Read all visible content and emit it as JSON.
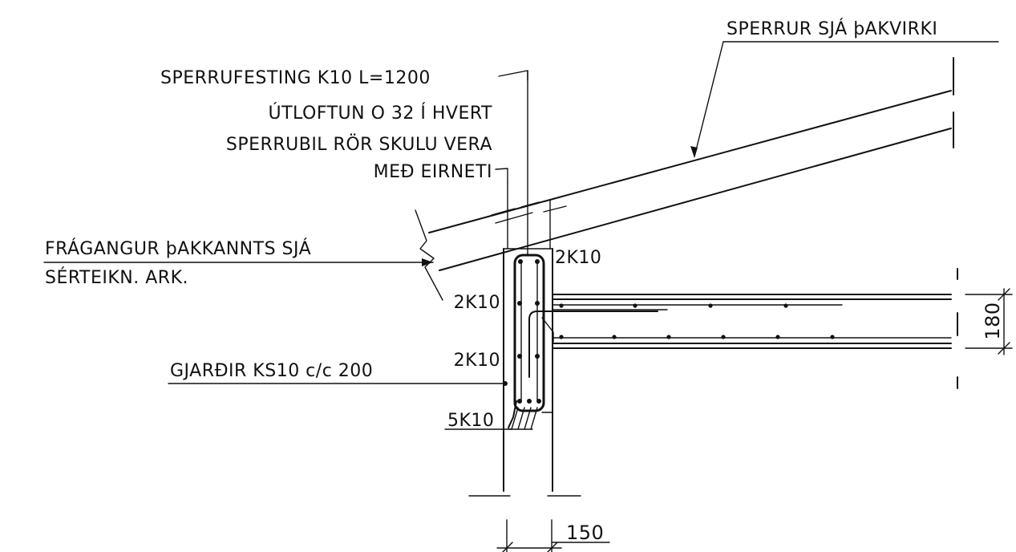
{
  "labels": {
    "sperrur": "SPERRUR SJÁ þAKVIRKI",
    "sperrufesting": "SPERRUFESTING K10 L=1200",
    "utloftun_line1": "ÚTLOFTUN O 32 Í HVERT",
    "utloftun_line2": "SPERRUBIL RÖR SKULU VERA",
    "utloftun_line3": "MEÐ EIRNETI",
    "fragangur_line1": "FRÁGANGUR þAKKANNTS SJÁ",
    "fragangur_line2": "SÉRTEIKN. ARK.",
    "gjardir": "GJARÐIR KS10 c/c 200",
    "rebar_top_right": "2K10",
    "rebar_upper_left": "2K10",
    "rebar_lower_left": "2K10",
    "rebar_bottom": "5K10"
  },
  "dimensions": {
    "slab_thickness": "180",
    "wall_width": "150"
  },
  "colors": {
    "ink": "#111111",
    "paper": "#ffffff"
  }
}
